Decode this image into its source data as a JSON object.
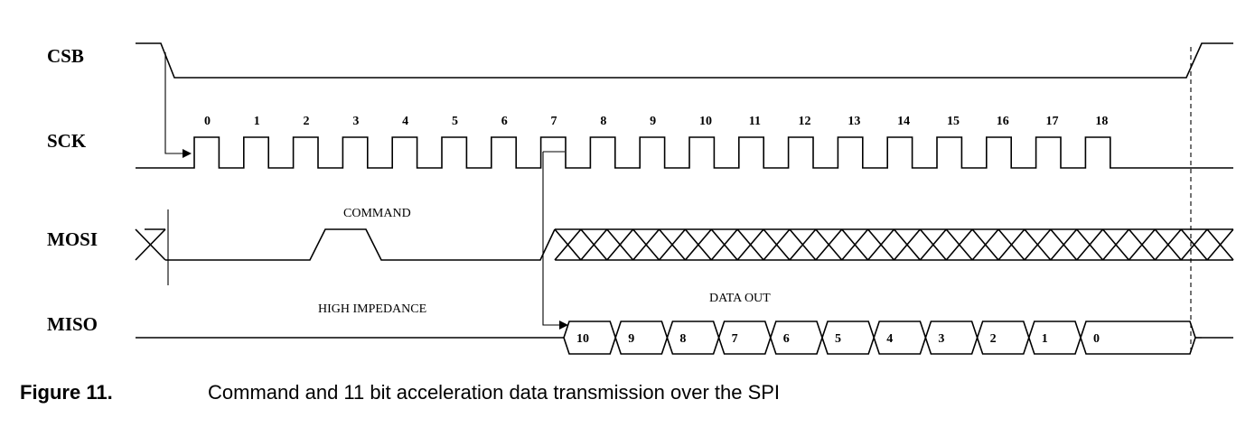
{
  "signals": {
    "csb": "CSB",
    "sck": "SCK",
    "mosi": "MOSI",
    "miso": "MISO"
  },
  "clock_numbers": [
    "0",
    "1",
    "2",
    "3",
    "4",
    "5",
    "6",
    "7",
    "8",
    "9",
    "10",
    "11",
    "12",
    "13",
    "14",
    "15",
    "16",
    "17",
    "18"
  ],
  "annotations": {
    "command": "COMMAND",
    "high_impedance": "HIGH IMPEDANCE",
    "data_out": "DATA OUT"
  },
  "miso_bits": [
    "10",
    "9",
    "8",
    "7",
    "6",
    "5",
    "4",
    "3",
    "2",
    "1",
    "0"
  ],
  "caption": {
    "figure": "Figure 11.",
    "text": "Command and 11 bit acceleration data transmission over the SPI"
  }
}
